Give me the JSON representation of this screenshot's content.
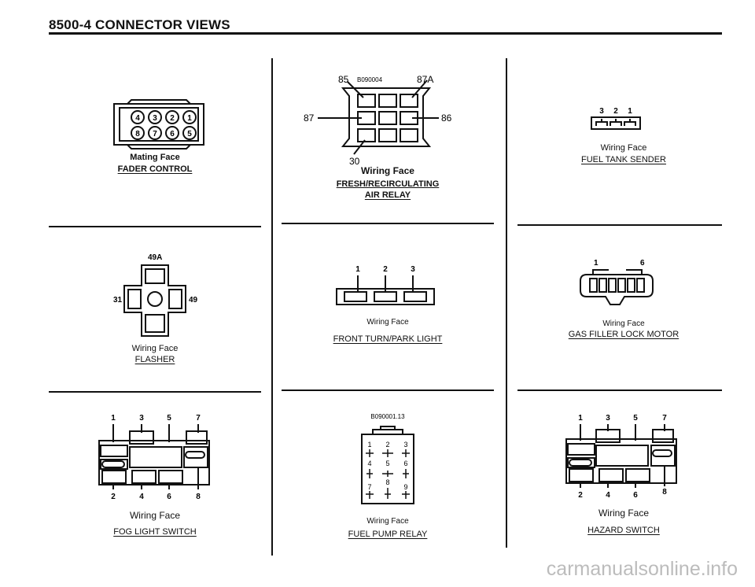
{
  "page": {
    "header": "8500-4 CONNECTOR VIEWS",
    "watermark": "carmanualsonline.info"
  },
  "connectors": [
    {
      "face": "Mating Face",
      "name": "FADER CONTROL",
      "pins": [
        "4",
        "3",
        "2",
        "1",
        "8",
        "7",
        "6",
        "5"
      ]
    },
    {
      "code": "B090004",
      "face": "Wiring Face",
      "name_line1": "FRESH/RECIRCULATING",
      "name_line2": "AIR RELAY",
      "pins": [
        "85",
        "87A",
        "87",
        "86",
        "30"
      ]
    },
    {
      "face": "Wiring Face",
      "name": "FUEL TANK SENDER",
      "pins": [
        "3",
        "2",
        "1"
      ]
    },
    {
      "face": "Wiring Face",
      "name": "FLASHER",
      "pins": [
        "49A",
        "31",
        "49"
      ]
    },
    {
      "face": "Wiring Face",
      "name": "FRONT TURN/PARK LIGHT",
      "pins": [
        "1",
        "2",
        "3"
      ]
    },
    {
      "face": "Wiring Face",
      "name": "GAS FILLER LOCK MOTOR",
      "pins": [
        "1",
        "6"
      ]
    },
    {
      "face": "Wiring Face",
      "name": "FOG LIGHT SWITCH",
      "pins": [
        "1",
        "3",
        "5",
        "7",
        "2",
        "4",
        "6",
        "8"
      ]
    },
    {
      "code": "B090001.13",
      "face": "Wiring Face",
      "name": "FUEL PUMP RELAY",
      "pins": [
        "1",
        "2",
        "3",
        "4",
        "5",
        "6",
        "7",
        "8",
        "9"
      ]
    },
    {
      "face": "Wiring Face",
      "name": "HAZARD SWITCH",
      "pins": [
        "1",
        "3",
        "5",
        "7",
        "2",
        "4",
        "6",
        "8"
      ]
    }
  ]
}
